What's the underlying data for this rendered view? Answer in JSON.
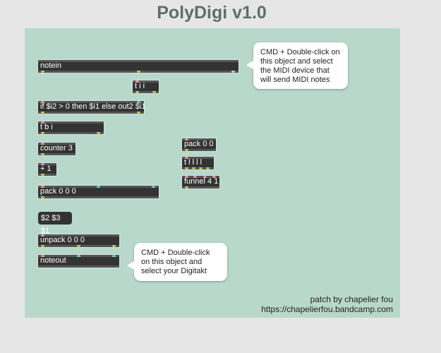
{
  "title": "PolyDigi v1.0",
  "objects": {
    "notein": "notein",
    "tii": "t i i",
    "if": "if $i2 > 0 then $i1 else out2 $i1",
    "tbi": "t b i",
    "counter": "counter 3",
    "plus1": "+ 1",
    "pack000": "pack 0 0 0",
    "msg": "$2 $3 $1",
    "unpack": "unpack 0 0 0",
    "noteout": "noteout",
    "pack00": "pack 0 0",
    "tllll": "t l l l l",
    "funnel": "funnel 4 1"
  },
  "callouts": {
    "notein": "CMD + Double-click on this object and select the MIDI device that will send MIDI notes",
    "noteout": "CMD + Double-click on this object and select your Digitakt"
  },
  "footer": {
    "credit": "patch by chapelier fou",
    "url": "https://chapelierfou.bandcamp.com"
  }
}
